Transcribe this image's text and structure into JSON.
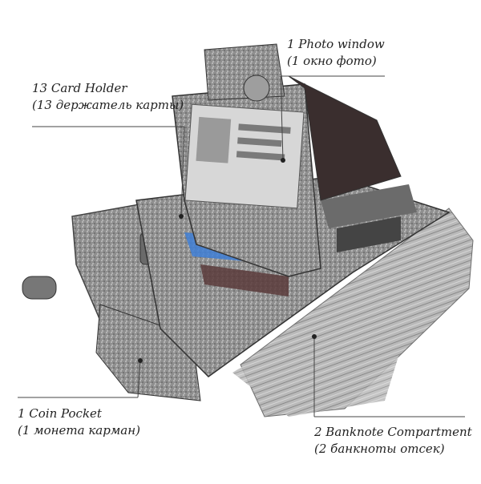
{
  "labels": {
    "photo_window": {
      "en": "1 Photo window",
      "ru": "(1 окно фото)"
    },
    "card_holder": {
      "en": "13 Card Holder",
      "ru": "(13 держатель карты)"
    },
    "coin_pocket": {
      "en": "1 Coin Pocket",
      "ru": "(1 монета карман)"
    },
    "banknote": {
      "en": "2 Banknote Compartment",
      "ru": "(2 банкноты отсек)"
    }
  },
  "colors": {
    "wallet_leather": "#8a8a8a",
    "wallet_dark": "#3a3a3a",
    "wallet_brown": "#5a3b3b",
    "card_blue": "#3f7fd6",
    "background": "#ffffff"
  }
}
